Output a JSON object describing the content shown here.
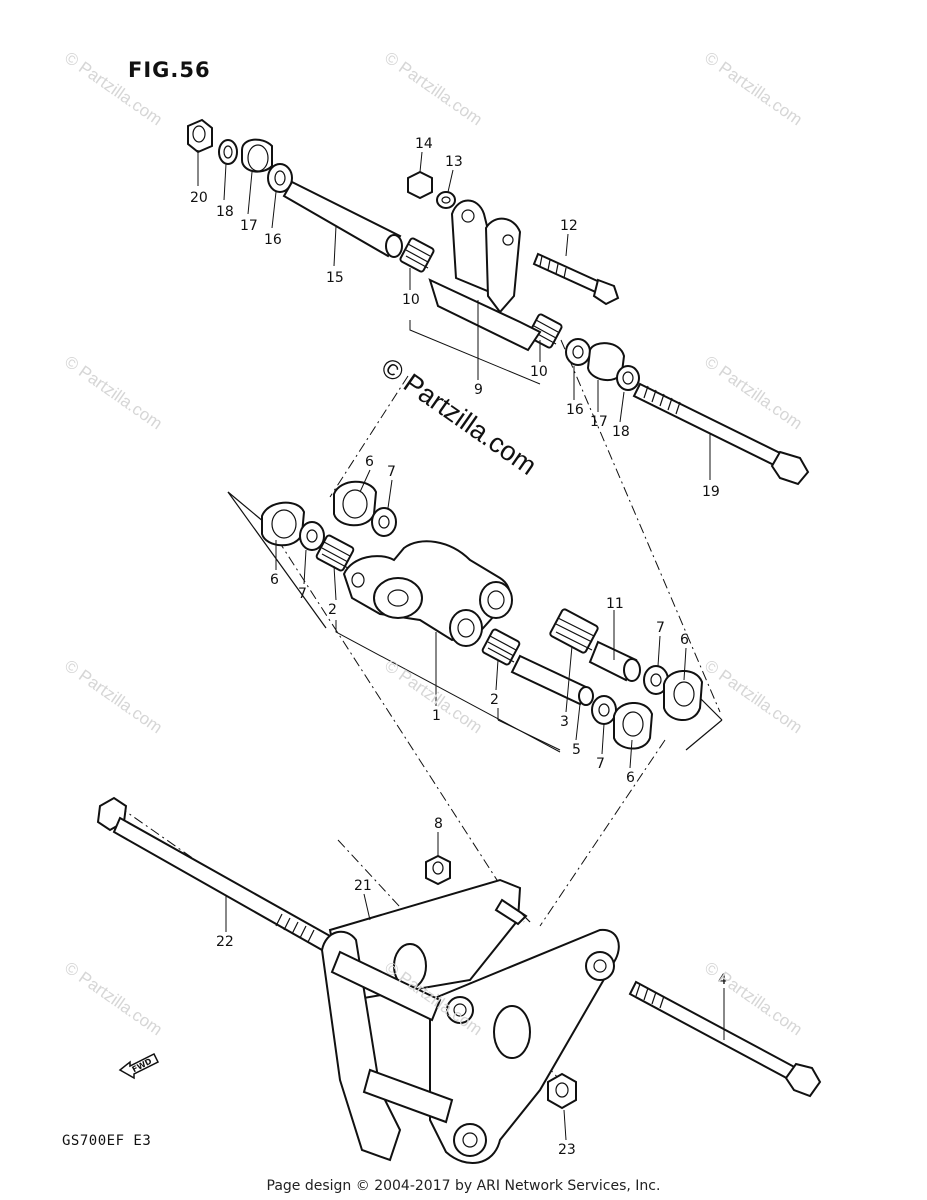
{
  "figure": {
    "title": "FIG.56",
    "model": "GS700EF E3"
  },
  "watermark": {
    "small": "© Partzilla.com",
    "large": "© Partzilla.com"
  },
  "direction_marker": "FWD",
  "footer": "Page design © 2004-2017 by ARI Network Services, Inc.",
  "callouts": {
    "c20": "20",
    "c18a": "18",
    "c17a": "17",
    "c16a": "16",
    "c15": "15",
    "c14": "14",
    "c13": "13",
    "c12": "12",
    "c10a": "10",
    "c9": "9",
    "c10b": "10",
    "c16b": "16",
    "c17b": "17",
    "c18b": "18",
    "c19": "19",
    "c6a": "6",
    "c7a": "7",
    "c6b": "6",
    "c7b": "7",
    "c2a": "2",
    "c1": "1",
    "c2b": "2",
    "c3": "3",
    "c5": "5",
    "c11": "11",
    "c7c": "7",
    "c6c": "6",
    "c7d": "7",
    "c6d": "6",
    "c8": "8",
    "c21": "21",
    "c22": "22",
    "c4": "4",
    "c23": "23"
  }
}
